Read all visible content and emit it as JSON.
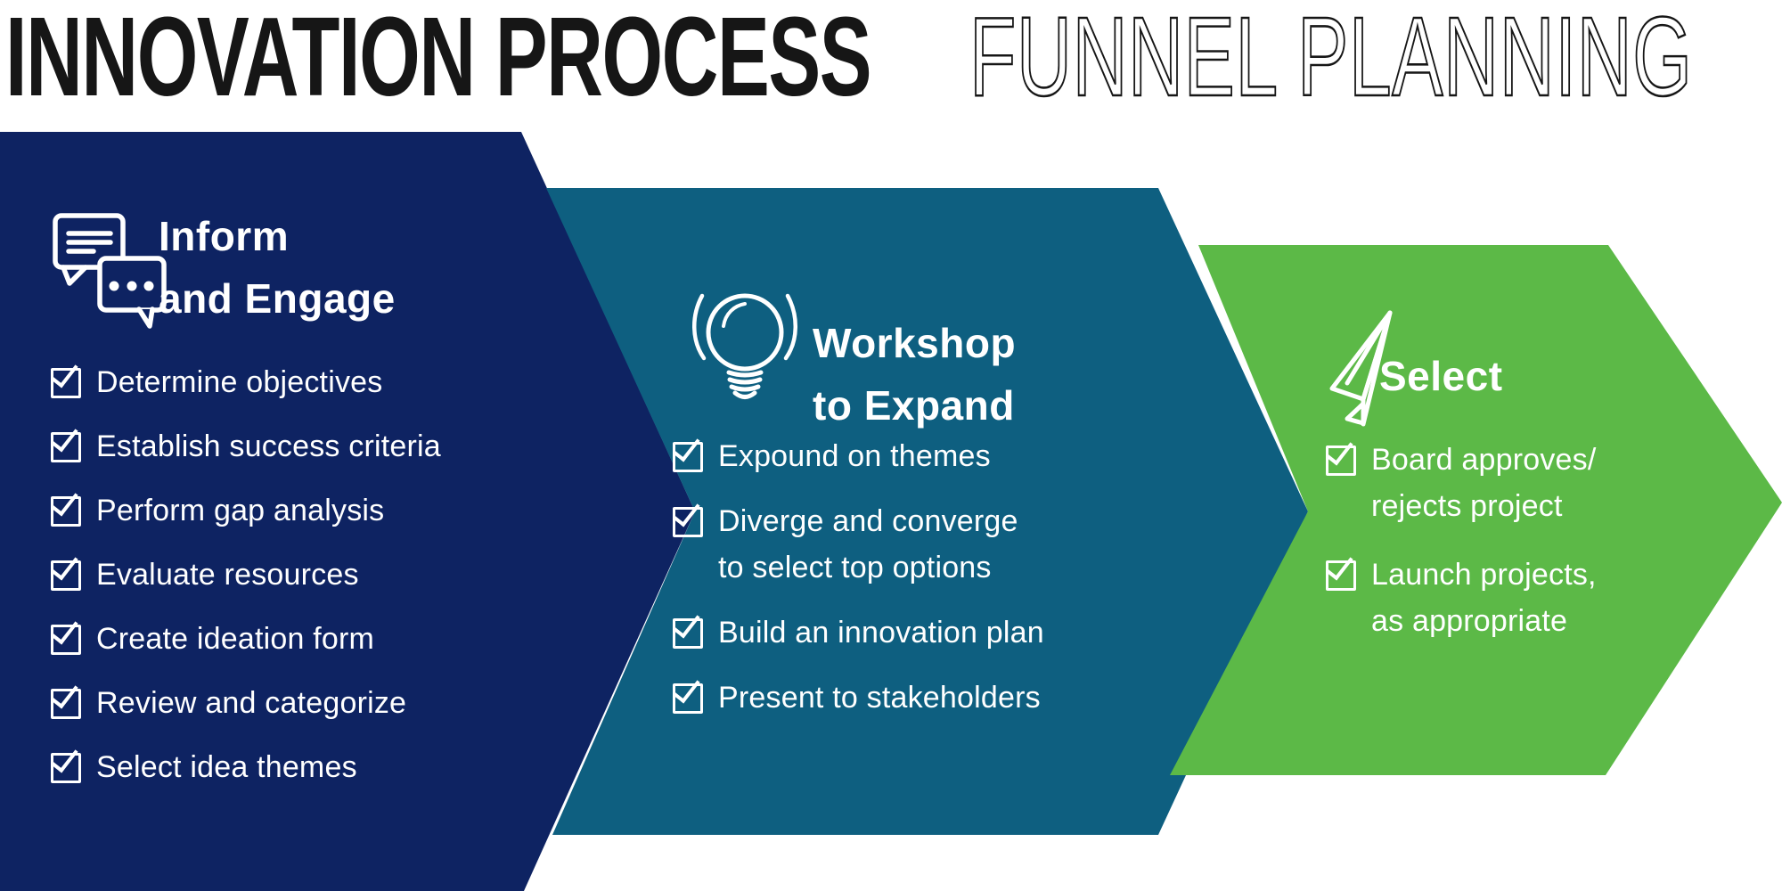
{
  "title": {
    "bold": "INNOVATION PROCESS",
    "light": "FUNNEL PLANNING"
  },
  "colors": {
    "navy": "#0e2362",
    "teal": "#0e5f80",
    "green": "#5cb947",
    "title_text": "#161616",
    "text_on_arrow": "#ffffff"
  },
  "stages": [
    {
      "name": "Inform and Engage",
      "heading_lines": [
        "Inform",
        "and Engage"
      ],
      "icon": "chat-bubbles-icon",
      "items": [
        [
          "Determine objectives"
        ],
        [
          "Establish success criteria"
        ],
        [
          "Perform gap analysis"
        ],
        [
          "Evaluate resources"
        ],
        [
          "Create ideation form"
        ],
        [
          "Review and categorize"
        ],
        [
          "Select idea themes"
        ]
      ]
    },
    {
      "name": "Workshop to Expand",
      "heading_lines": [
        "Workshop",
        "to Expand"
      ],
      "icon": "lightbulb-icon",
      "items": [
        [
          "Expound on themes"
        ],
        [
          "Diverge and converge",
          "to select top options"
        ],
        [
          "Build an innovation plan"
        ],
        [
          "Present to stakeholders"
        ]
      ]
    },
    {
      "name": "Select",
      "heading_lines": [
        "Select"
      ],
      "icon": "paper-plane-icon",
      "items": [
        [
          "Board approves/",
          "rejects project"
        ],
        [
          "Launch projects,",
          "as appropriate"
        ]
      ]
    }
  ]
}
